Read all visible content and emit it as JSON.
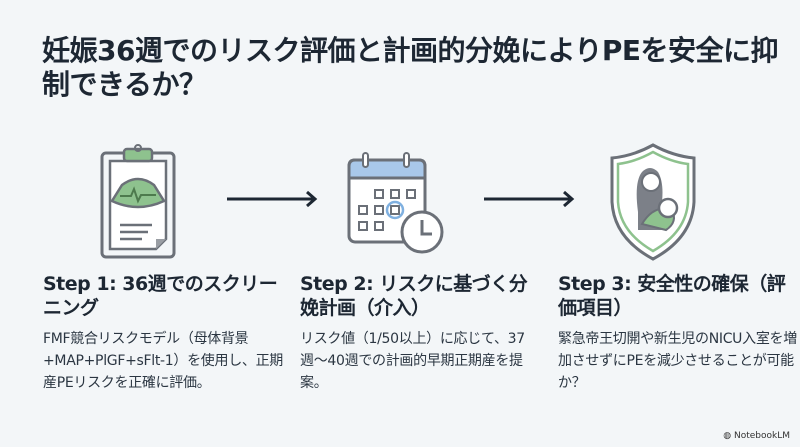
{
  "title": "妊娠36週でのリスク評価と計画的分娩によりPEを安全に抑制できるか？",
  "steps": [
    {
      "heading": "Step 1: 36週でのスクリーニング",
      "body": "FMF競合リスクモデル（母体背景+MAP+PlGF+sFlt-1）を使用し、正期産PEリスクを正確に評価。",
      "icon": "clipboard-ultrasound-icon"
    },
    {
      "heading": "Step 2: リスクに基づく分娩計画（介入）",
      "body": "リスク値（1/50以上）に応じて、37週〜40週での計画的早期正期産を提案。",
      "icon": "calendar-clock-icon"
    },
    {
      "heading": "Step 3: 安全性の確保（評価項目）",
      "body": "緊急帝王切開や新生児のNICU入室を増加させずにPEを減少させることが可能か？",
      "icon": "shield-mother-baby-icon"
    }
  ],
  "badge": "NotebookLM",
  "colors": {
    "green": "#7fb87f",
    "blue": "#a9c8ea",
    "gray": "#6b7078",
    "arrow": "#1d2733"
  }
}
